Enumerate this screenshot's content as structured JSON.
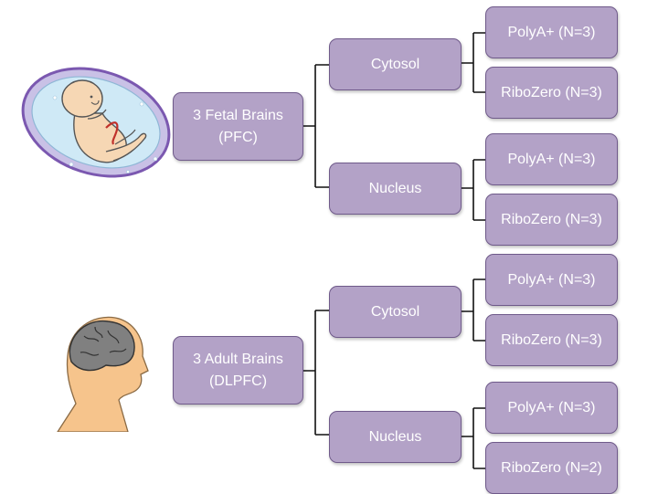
{
  "colors": {
    "node_fill": "#b3a2c7",
    "node_border": "#6f5a8a",
    "node_text": "#ffffff",
    "connector": "#111111",
    "skin": "#f6c48c",
    "brain": "#808080",
    "womb": "#c9c1e6"
  },
  "icons": {
    "fetus": "fetus-in-womb-icon",
    "adult": "adult-head-brain-icon"
  },
  "fetal": {
    "root": {
      "line1": "3 Fetal Brains",
      "line2": "(PFC)"
    },
    "cytosol": {
      "label": "Cytosol",
      "polya": "PolyA+ (N=3)",
      "ribozero": "RiboZero (N=3)"
    },
    "nucleus": {
      "label": "Nucleus",
      "polya": "PolyA+ (N=3)",
      "ribozero": "RiboZero (N=3)"
    }
  },
  "adult": {
    "root": {
      "line1": "3 Adult Brains",
      "line2": "(DLPFC)"
    },
    "cytosol": {
      "label": "Cytosol",
      "polya": "PolyA+ (N=3)",
      "ribozero": "RiboZero (N=3)"
    },
    "nucleus": {
      "label": "Nucleus",
      "polya": "PolyA+ (N=3)",
      "ribozero": "RiboZero (N=2)"
    }
  }
}
